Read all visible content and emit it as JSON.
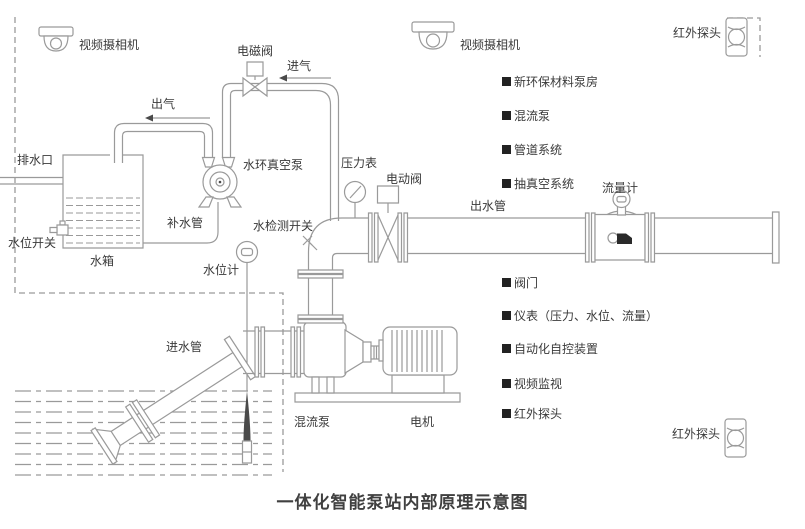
{
  "diagram": {
    "title": "一体化智能泵站内部原理示意图",
    "labels": {
      "camera_left": "视频摄相机",
      "camera_mid": "视频摄相机",
      "infrared_top": "红外探头",
      "infrared_bottom": "红外探头",
      "solenoid_valve": "电磁阀",
      "air_in": "进气",
      "air_out": "出气",
      "drain_outlet": "排水口",
      "vacuum_pump": "水环真空泵",
      "pressure_gauge": "压力表",
      "electric_valve": "电动阀",
      "outlet_pipe": "出水管",
      "flow_meter": "流量计",
      "makeup_pipe": "补水管",
      "level_switch": "水位开关",
      "water_tank": "水箱",
      "level_gauge": "水位计",
      "water_detect_switch": "水检测开关",
      "inlet_pipe": "进水管",
      "mixed_flow_pump": "混流泵",
      "motor": "电机"
    },
    "legend": {
      "items": [
        {
          "label": "新环保材料泵房"
        },
        {
          "label": "混流泵"
        },
        {
          "label": "管道系统"
        },
        {
          "label": "抽真空系统"
        },
        {
          "label": "阀门"
        },
        {
          "label": "仪表（压力、水位、流量）"
        },
        {
          "label": "自动化自控装置"
        },
        {
          "label": "视频监视"
        },
        {
          "label": "红外探头"
        }
      ]
    },
    "colors": {
      "line": "#9a9a9a",
      "text": "#3a3a3a",
      "legend_bullet": "#222222",
      "title_text": "#404040",
      "probe_fill": "#4a4a4a"
    }
  }
}
